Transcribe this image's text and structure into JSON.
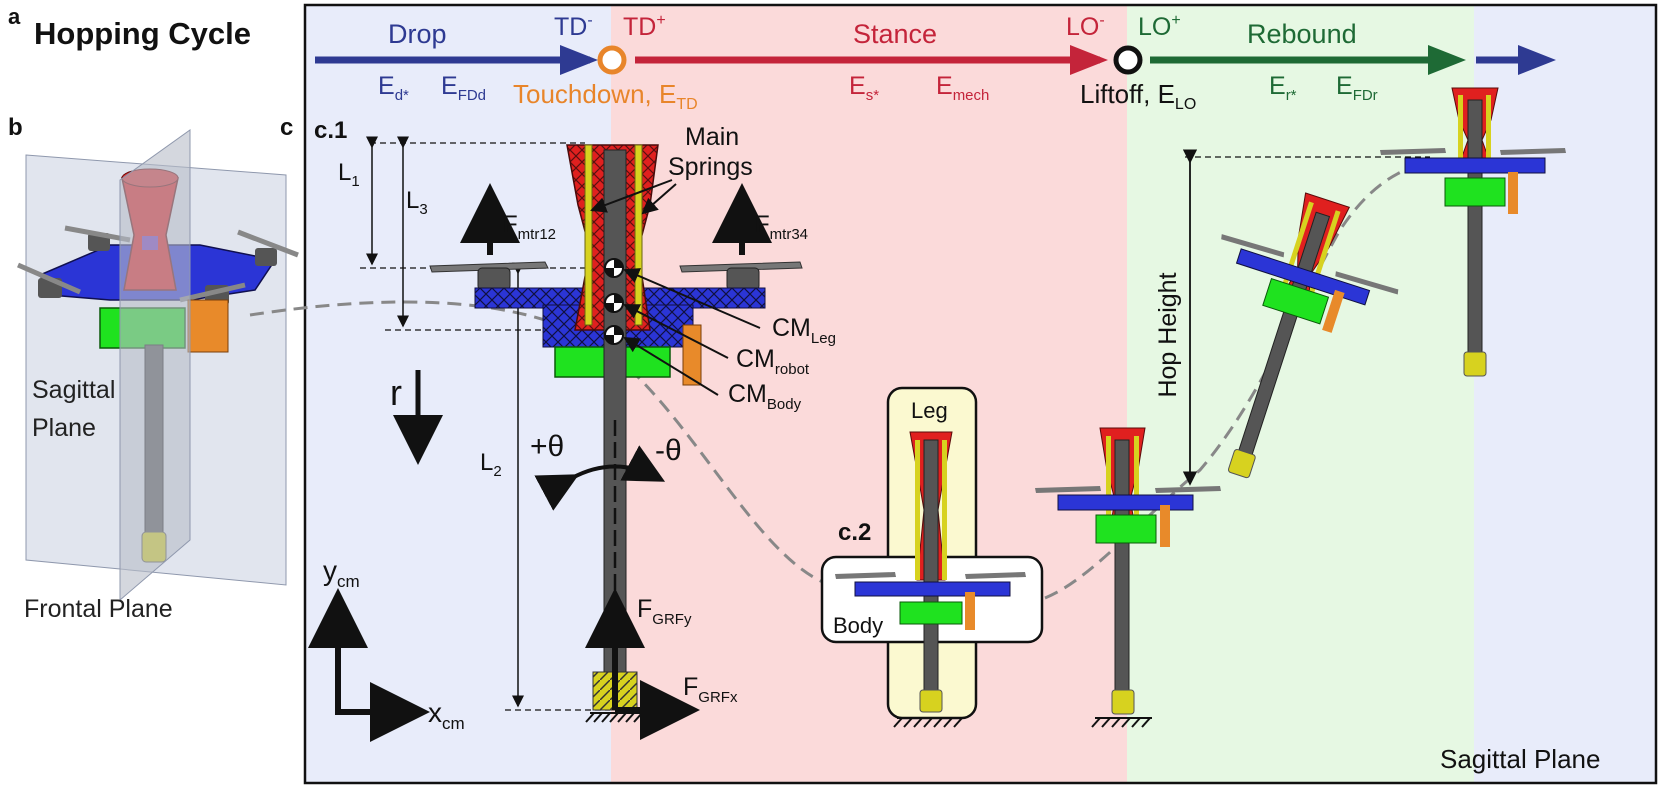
{
  "colors": {
    "drop": "#2e3a92",
    "touchdown": "#e8852a",
    "stance": "#c4243a",
    "liftoff": "#111111",
    "rebound": "#1e6a35",
    "bg_blue": "#e8ecfa",
    "bg_pink": "#fbdada",
    "bg_green": "#e6f8e3",
    "robot_red": "#e0201f",
    "robot_blue": "#2b35d6",
    "robot_green": "#1fe21f",
    "robot_yellow": "#d7d21f",
    "robot_orange": "#e88a2a",
    "leg_gray": "#555555"
  },
  "labels": {
    "panel_a": "a",
    "panel_a_title": "Hopping Cycle",
    "panel_b": "b",
    "panel_c": "c",
    "c1": "c.1",
    "c2": "c.2"
  },
  "timeline": {
    "drop": "Drop",
    "td_minus_base": "TD",
    "td_minus_sup": "-",
    "td_plus_base": "TD",
    "td_plus_sup": "+",
    "stance": "Stance",
    "lo_minus_base": "LO",
    "lo_minus_sup": "-",
    "lo_plus_base": "LO",
    "lo_plus_sup": "+",
    "rebound": "Rebound",
    "e_d_base": "E",
    "e_d_sub": "d*",
    "e_fdd_base": "E",
    "e_fdd_sub": "FDd",
    "touchdown_text": "Touchdown, E",
    "touchdown_sub": "TD",
    "e_s_base": "E",
    "e_s_sub": "s*",
    "e_mech_base": "E",
    "e_mech_sub": "mech",
    "liftoff_text": "Liftoff, E",
    "liftoff_sub": "LO",
    "e_r_base": "E",
    "e_r_sub": "r*",
    "e_fdr_base": "E",
    "e_fdr_sub": "FDr"
  },
  "panel_b": {
    "sagittal_line1": "Sagittal",
    "sagittal_line2": "Plane",
    "frontal": "Frontal Plane"
  },
  "panel_c": {
    "main_springs_line1": "Main",
    "main_springs_line2": "Springs",
    "l1_base": "L",
    "l1_sub": "1",
    "l2_base": "L",
    "l2_sub": "2",
    "l3_base": "L",
    "l3_sub": "3",
    "fmtr12_base": "F",
    "fmtr12_sub": "mtr12",
    "fmtr34_base": "F",
    "fmtr34_sub": "mtr34",
    "cm_leg_base": "CM",
    "cm_leg_sub": "Leg",
    "cm_robot_base": "CM",
    "cm_robot_sub": "robot",
    "cm_body_base": "CM",
    "cm_body_sub": "Body",
    "r": "r",
    "theta_plus": "+θ",
    "theta_minus": "-θ",
    "ycm_base": "y",
    "ycm_sub": "cm",
    "xcm_base": "x",
    "xcm_sub": "cm",
    "fgrfy_base": "F",
    "fgrfy_sub": "GRFy",
    "fgrfx_base": "F",
    "fgrfx_sub": "GRFx",
    "leg_label": "Leg",
    "body_label": "Body",
    "hop_height": "Hop Height",
    "sagittal_plane": "Sagittal Plane"
  }
}
